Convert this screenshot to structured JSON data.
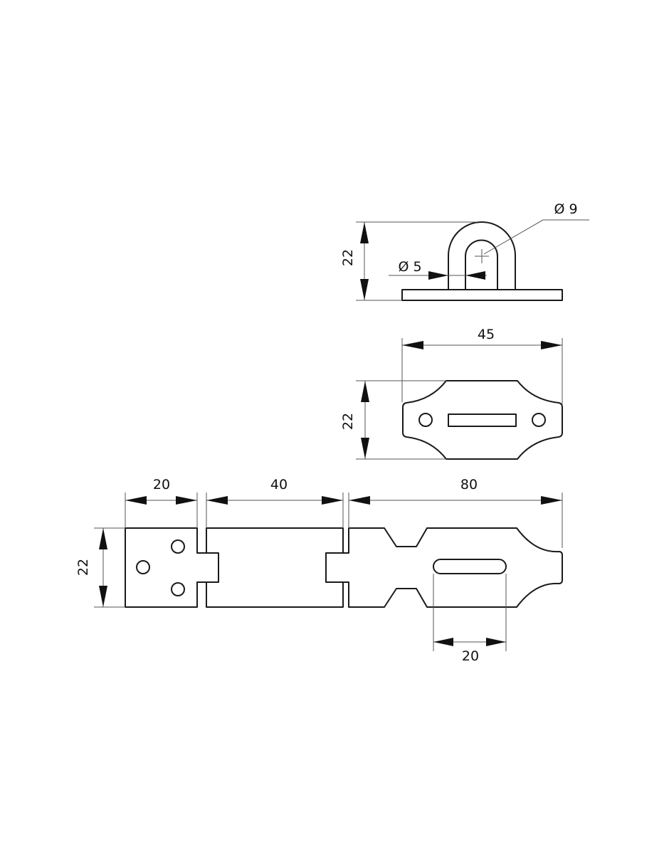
{
  "side_view": {
    "height": "22",
    "hole_diameter": "Ø 5",
    "loop_diameter": "Ø 9"
  },
  "plan_view": {
    "width": "45",
    "height": "22"
  },
  "hasp": {
    "leaf_width": "20",
    "middle_width": "40",
    "hasp_width": "80",
    "height": "22",
    "slot_length": "20"
  },
  "colors": {
    "line": "#1a1a1a",
    "dimension": "#555555"
  }
}
